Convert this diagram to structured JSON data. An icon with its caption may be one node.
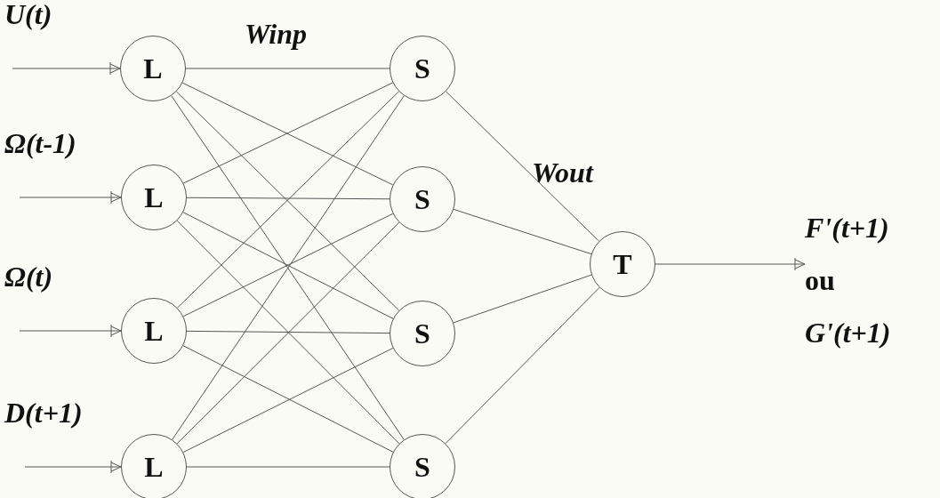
{
  "diagram": {
    "nodes": [
      {
        "text": [
          "L"
        ],
        "beside": [
          "U(t)"
        ]
      },
      {
        "text": [
          "L"
        ],
        "beside": [
          "Ω(t-1)"
        ]
      },
      {
        "text": [
          "L"
        ],
        "beside": [
          "Ω(t)"
        ]
      },
      {
        "text": [
          "L"
        ],
        "beside": [
          "D(t+1)"
        ]
      },
      {
        "text": [
          "S"
        ]
      },
      {
        "text": [
          "S"
        ]
      },
      {
        "text": [
          "S"
        ]
      },
      {
        "text": [
          "S"
        ]
      },
      {
        "text": [
          "T"
        ]
      },
      {
        "text": [
          "F'(t+1)",
          "ou",
          "G'(t+1)"
        ]
      }
    ],
    "edges": [
      {
        "from": null,
        "to": 0,
        "arrow": "to"
      },
      {
        "from": null,
        "to": 1,
        "arrow": "to"
      },
      {
        "from": null,
        "to": 2,
        "arrow": "to"
      },
      {
        "from": null,
        "to": 3,
        "arrow": "to"
      },
      {
        "from": 0,
        "to": 4,
        "arrow": "none"
      },
      {
        "from": 0,
        "to": 5,
        "arrow": "none"
      },
      {
        "from": 0,
        "to": 6,
        "arrow": "none"
      },
      {
        "from": 0,
        "to": 7,
        "arrow": "none"
      },
      {
        "from": 1,
        "to": 4,
        "arrow": "none"
      },
      {
        "from": 1,
        "to": 5,
        "arrow": "none"
      },
      {
        "from": 1,
        "to": 6,
        "arrow": "none"
      },
      {
        "from": 1,
        "to": 7,
        "arrow": "none"
      },
      {
        "from": 2,
        "to": 4,
        "arrow": "none"
      },
      {
        "from": 2,
        "to": 5,
        "arrow": "none"
      },
      {
        "from": 2,
        "to": 6,
        "arrow": "none"
      },
      {
        "from": 2,
        "to": 7,
        "arrow": "none"
      },
      {
        "from": 3,
        "to": 4,
        "arrow": "none"
      },
      {
        "from": 3,
        "to": 5,
        "arrow": "none"
      },
      {
        "from": 3,
        "to": 6,
        "arrow": "none"
      },
      {
        "from": 3,
        "to": 7,
        "arrow": "none"
      },
      {
        "from": 4,
        "to": 8,
        "arrow": "none"
      },
      {
        "from": 5,
        "to": 8,
        "arrow": "none"
      },
      {
        "from": 6,
        "to": 8,
        "arrow": "none"
      },
      {
        "from": 7,
        "to": 8,
        "arrow": "none"
      },
      {
        "from": 8,
        "to": 9,
        "arrow": "to"
      }
    ],
    "labels": [
      "Winp",
      "Wout"
    ]
  }
}
